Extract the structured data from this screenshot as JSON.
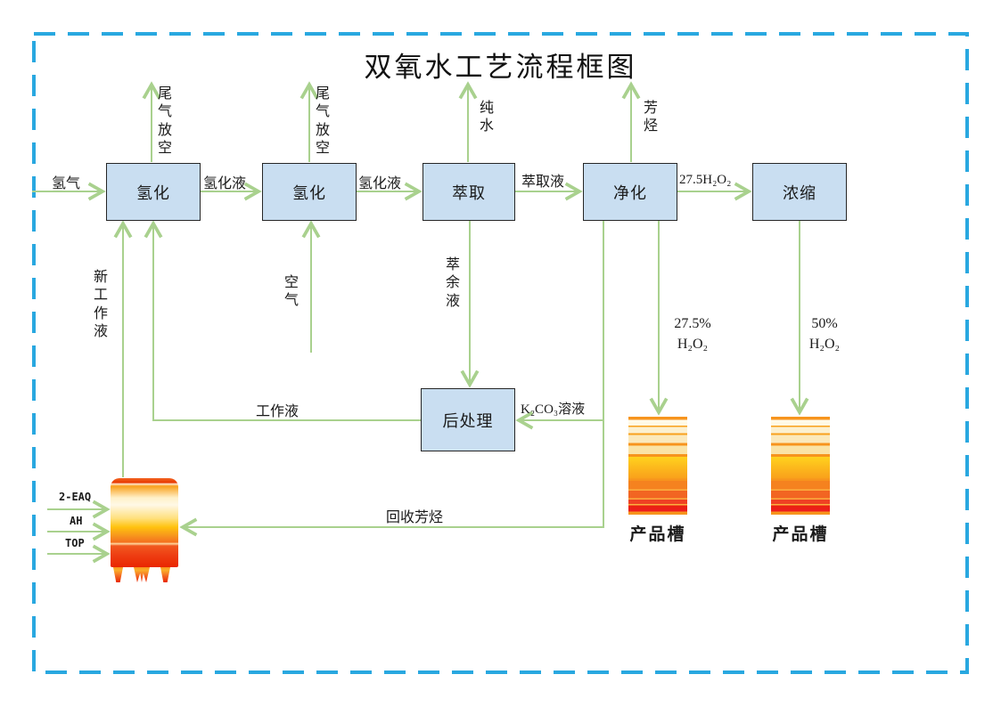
{
  "title": "双氧水工艺流程框图",
  "boxes": {
    "hydrogenation1": "氢化",
    "hydrogenation2": "氢化",
    "extraction": "萃取",
    "purification": "净化",
    "concentration": "浓缩",
    "post_treatment": "后处理"
  },
  "streams": {
    "hydrogen_in": "氢气",
    "hydrogenated_liquid_1": "氢化液",
    "hydrogenated_liquid_2": "氢化液",
    "extract_liquid": "萃取液",
    "h2o2_275_stream": "27.5H₂O₂",
    "tail_gas_vent_1": "尾气放空",
    "tail_gas_vent_2": "尾气放空",
    "pure_water": "纯水",
    "aromatics": "芳烃",
    "air": "空气",
    "raffinate": "萃余液",
    "working_liquid": "工作液",
    "k2co3_solution": "K₂CO₃溶液",
    "recovered_aromatics": "回收芳烃",
    "new_working_liquid": "新工作液",
    "product_275": "27.5%\nH₂O₂",
    "product_50": "50%\nH₂O₂",
    "feed_2eaq": "2-EAQ",
    "feed_ah": "AH",
    "feed_top": "TOP"
  },
  "tanks": {
    "product_tank_1_label": "产品槽",
    "product_tank_2_label": "产品槽"
  },
  "colors": {
    "border_blue": "#29A8E0",
    "line_green": "#A9D18E",
    "box_fill": "#C9DEF1",
    "box_border": "#262626"
  }
}
